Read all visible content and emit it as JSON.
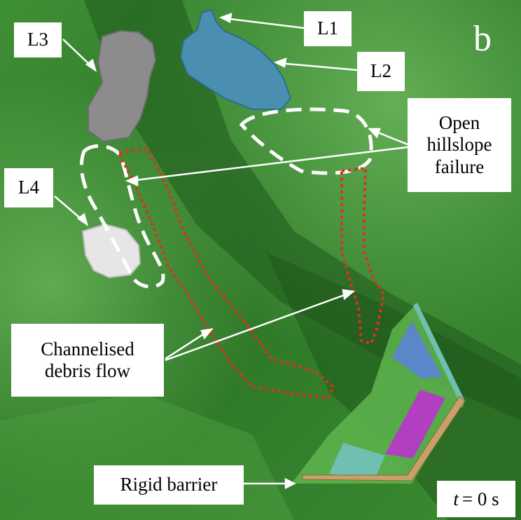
{
  "panel_letter": "b",
  "labels": {
    "l1": "L1",
    "l2": "L2",
    "l3": "L3",
    "l4": "L4",
    "open_failure": "Open\nhillslope\nfailure",
    "channelised": "Channelised\ndebris flow",
    "barrier": "Rigid barrier"
  },
  "time": {
    "symbol": "t",
    "equals_value": "= 0 s"
  },
  "colors": {
    "terrain": "#2f7a2a",
    "landslide_l1_l2": "#4a8fb0",
    "landslide_l3": "#8c8c8c",
    "landslide_l4": "#e6e6e6",
    "debris_channel_outline": "#e0301e",
    "open_failure_outline": "#ffffff",
    "barrier": "#c9a06a",
    "block_blue": "#5b86c8",
    "block_magenta": "#b040c0",
    "block_teal": "#6fc0b0"
  }
}
